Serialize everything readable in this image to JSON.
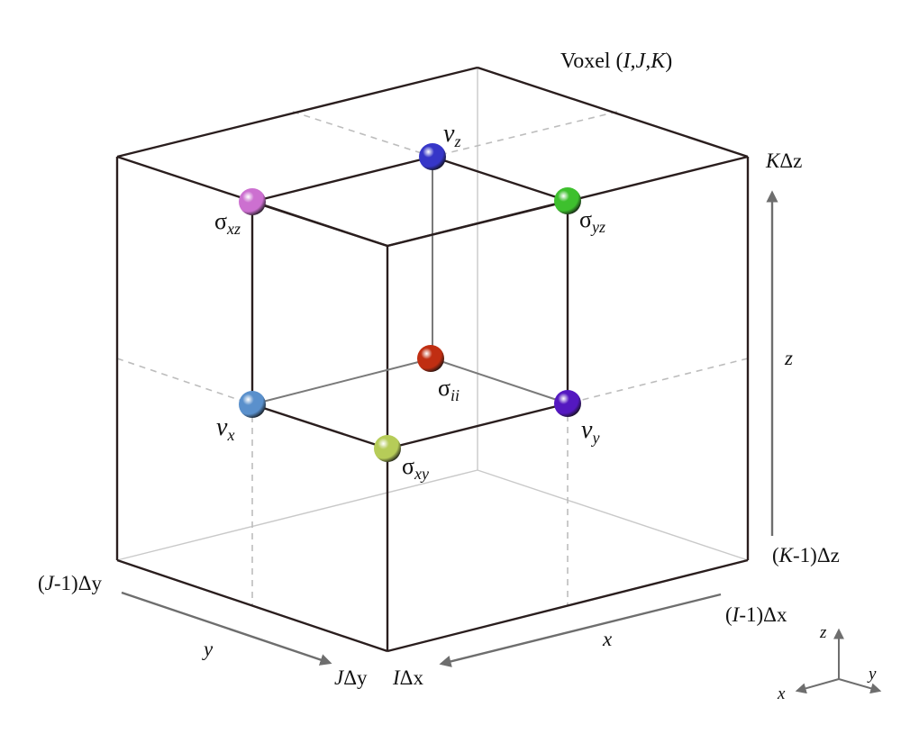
{
  "title": "Voxel (I,J,K)",
  "title_parts": {
    "prefix": "Voxel (",
    "indices": "I,J,K",
    "suffix": ")"
  },
  "nodes": [
    {
      "id": "v_z",
      "sym": "v",
      "sub": "z",
      "color": "#3636c8"
    },
    {
      "id": "sigma_xz",
      "sym": "σ",
      "sub": "xz",
      "color": "#cc70d0"
    },
    {
      "id": "sigma_yz",
      "sym": "σ",
      "sub": "yz",
      "color": "#3ec02e"
    },
    {
      "id": "sigma_ii",
      "sym": "σ",
      "sub": "ii",
      "color": "#c02e12"
    },
    {
      "id": "v_x",
      "sym": "v",
      "sub": "x",
      "color": "#5a90cc"
    },
    {
      "id": "v_y",
      "sym": "v",
      "sub": "y",
      "color": "#5418c0"
    },
    {
      "id": "sigma_xy",
      "sym": "σ",
      "sub": "xy",
      "color": "#b6cc58"
    }
  ],
  "axis_labels": {
    "z_top": {
      "var": "K",
      "rest": "Δz"
    },
    "z_bottom": {
      "pre": "(",
      "var": "K",
      "rest": "-1)Δz"
    },
    "z_mid": "z",
    "y_left": {
      "pre": "(",
      "var": "J",
      "rest": "-1)Δy"
    },
    "y_end": {
      "var": "J",
      "rest": "Δy"
    },
    "y_mid": "y",
    "x_right": {
      "pre": "(",
      "var": "I",
      "rest": "-1)Δx"
    },
    "x_end": {
      "var": "I",
      "rest": "Δx"
    },
    "x_mid": "x"
  },
  "triad": {
    "x": "x",
    "y": "y",
    "z": "z"
  },
  "colors": {
    "edge_dark": "#2a1e1e",
    "edge_light": "#bbbbbb",
    "inner_gray": "#7a7a7a",
    "dashed": "#bdbdbd",
    "arrow": "#6e6e6e"
  }
}
